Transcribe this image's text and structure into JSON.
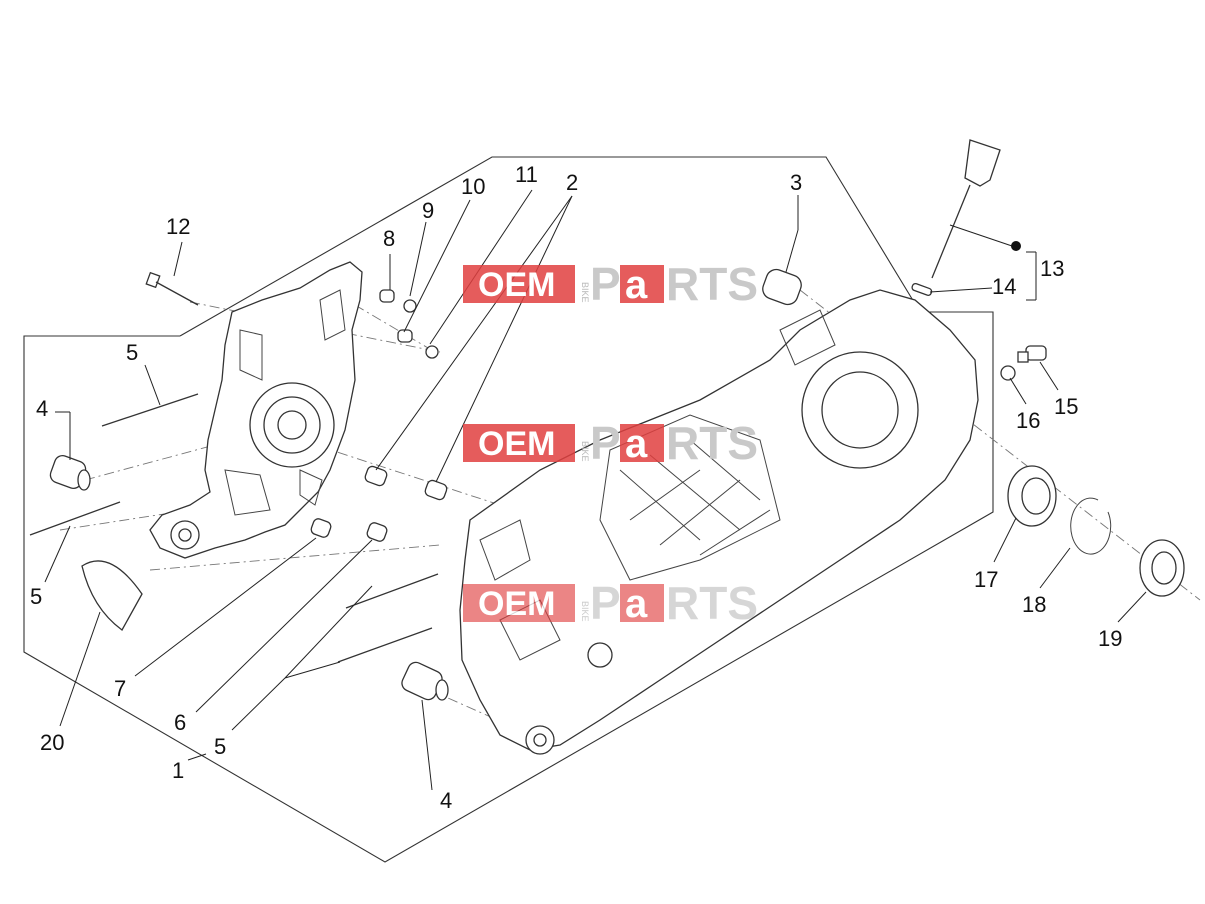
{
  "watermark": {
    "oem": "OEM",
    "bike": "BIKE",
    "p": "P",
    "a": "a",
    "rts": "RTS"
  },
  "callouts": {
    "c1": "1",
    "c2": "2",
    "c3": "3",
    "c4a": "4",
    "c4b": "4",
    "c5a": "5",
    "c5b": "5",
    "c5c": "5",
    "c6": "6",
    "c7": "7",
    "c8": "8",
    "c9": "9",
    "c10": "10",
    "c11": "11",
    "c12": "12",
    "c13": "13",
    "c14": "14",
    "c15": "15",
    "c16": "16",
    "c17": "17",
    "c18": "18",
    "c19": "19",
    "c20": "20"
  },
  "colors": {
    "watermark_red": "#e04040",
    "line": "#333333"
  }
}
